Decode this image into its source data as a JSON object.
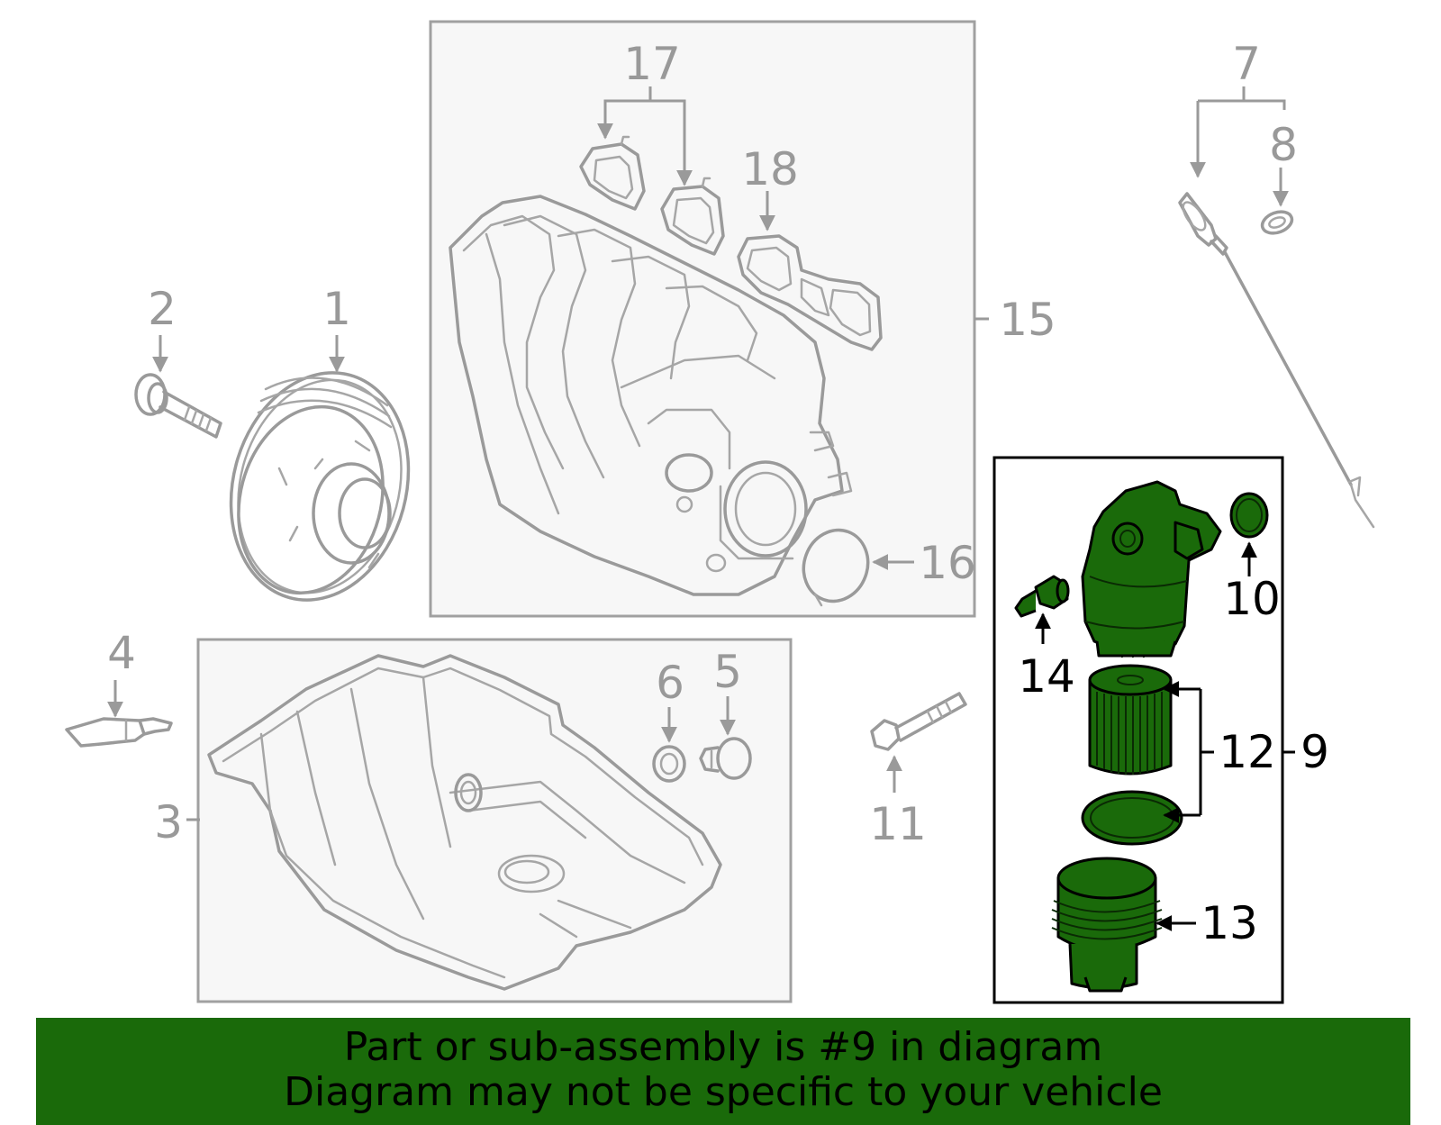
{
  "callouts": {
    "c1": "1",
    "c2": "2",
    "c3": "3",
    "c4": "4",
    "c5": "5",
    "c6": "6",
    "c7": "7",
    "c8": "8",
    "c9": "9",
    "c10": "10",
    "c11": "11",
    "c12": "12",
    "c13": "13",
    "c14": "14",
    "c15": "15",
    "c16": "16",
    "c17": "17",
    "c18": "18"
  },
  "banner": {
    "line1": "Part or sub-assembly is #9 in diagram",
    "line2": "Diagram may not be specific to your vehicle"
  },
  "colors": {
    "highlight": "#1a6a0a",
    "part_gray": "#9a9a9a",
    "panel_fill": "#f7f7f7"
  }
}
